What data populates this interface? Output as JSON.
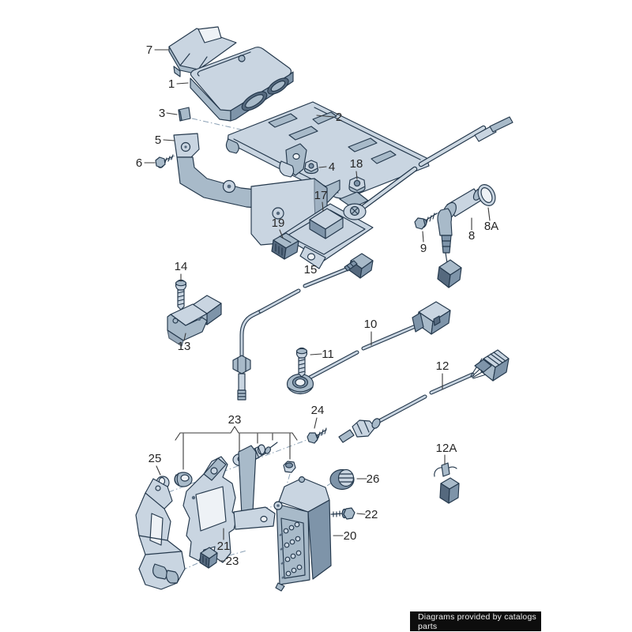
{
  "badge": {
    "text": "Diagrams provided by catalogs parts"
  },
  "colors": {
    "background": "#ffffff",
    "part_light": "#c9d5e1",
    "part_mid": "#a8bac9",
    "part_dark": "#7e94a9",
    "part_darkest": "#55697e",
    "outline": "#24384c",
    "leader_line": "#3a3a3a",
    "assembly_dash_line": "#8ba1b5",
    "label_text": "#262626",
    "badge_bg": "#0d0d0d",
    "badge_text": "#f0f0f0"
  },
  "callouts": {
    "c1": {
      "text": "1"
    },
    "c2": {
      "text": "2"
    },
    "c3": {
      "text": "3"
    },
    "c4": {
      "text": "4"
    },
    "c5": {
      "text": "5"
    },
    "c6": {
      "text": "6"
    },
    "c7": {
      "text": "7"
    },
    "c8": {
      "text": "8"
    },
    "c8A": {
      "text": "8A"
    },
    "c9": {
      "text": "9"
    },
    "c10": {
      "text": "10"
    },
    "c11": {
      "text": "11"
    },
    "c12": {
      "text": "12"
    },
    "c12A": {
      "text": "12A"
    },
    "c13": {
      "text": "13"
    },
    "c14": {
      "text": "14"
    },
    "c15": {
      "text": "15"
    },
    "c17": {
      "text": "17"
    },
    "c18": {
      "text": "18"
    },
    "c19": {
      "text": "19"
    },
    "c20": {
      "text": "20"
    },
    "c21": {
      "text": "21"
    },
    "c22": {
      "text": "22"
    },
    "c23a": {
      "text": "23"
    },
    "c23b": {
      "text": "23"
    },
    "c24": {
      "text": "24"
    },
    "c25": {
      "text": "25"
    },
    "c26": {
      "text": "26"
    }
  }
}
